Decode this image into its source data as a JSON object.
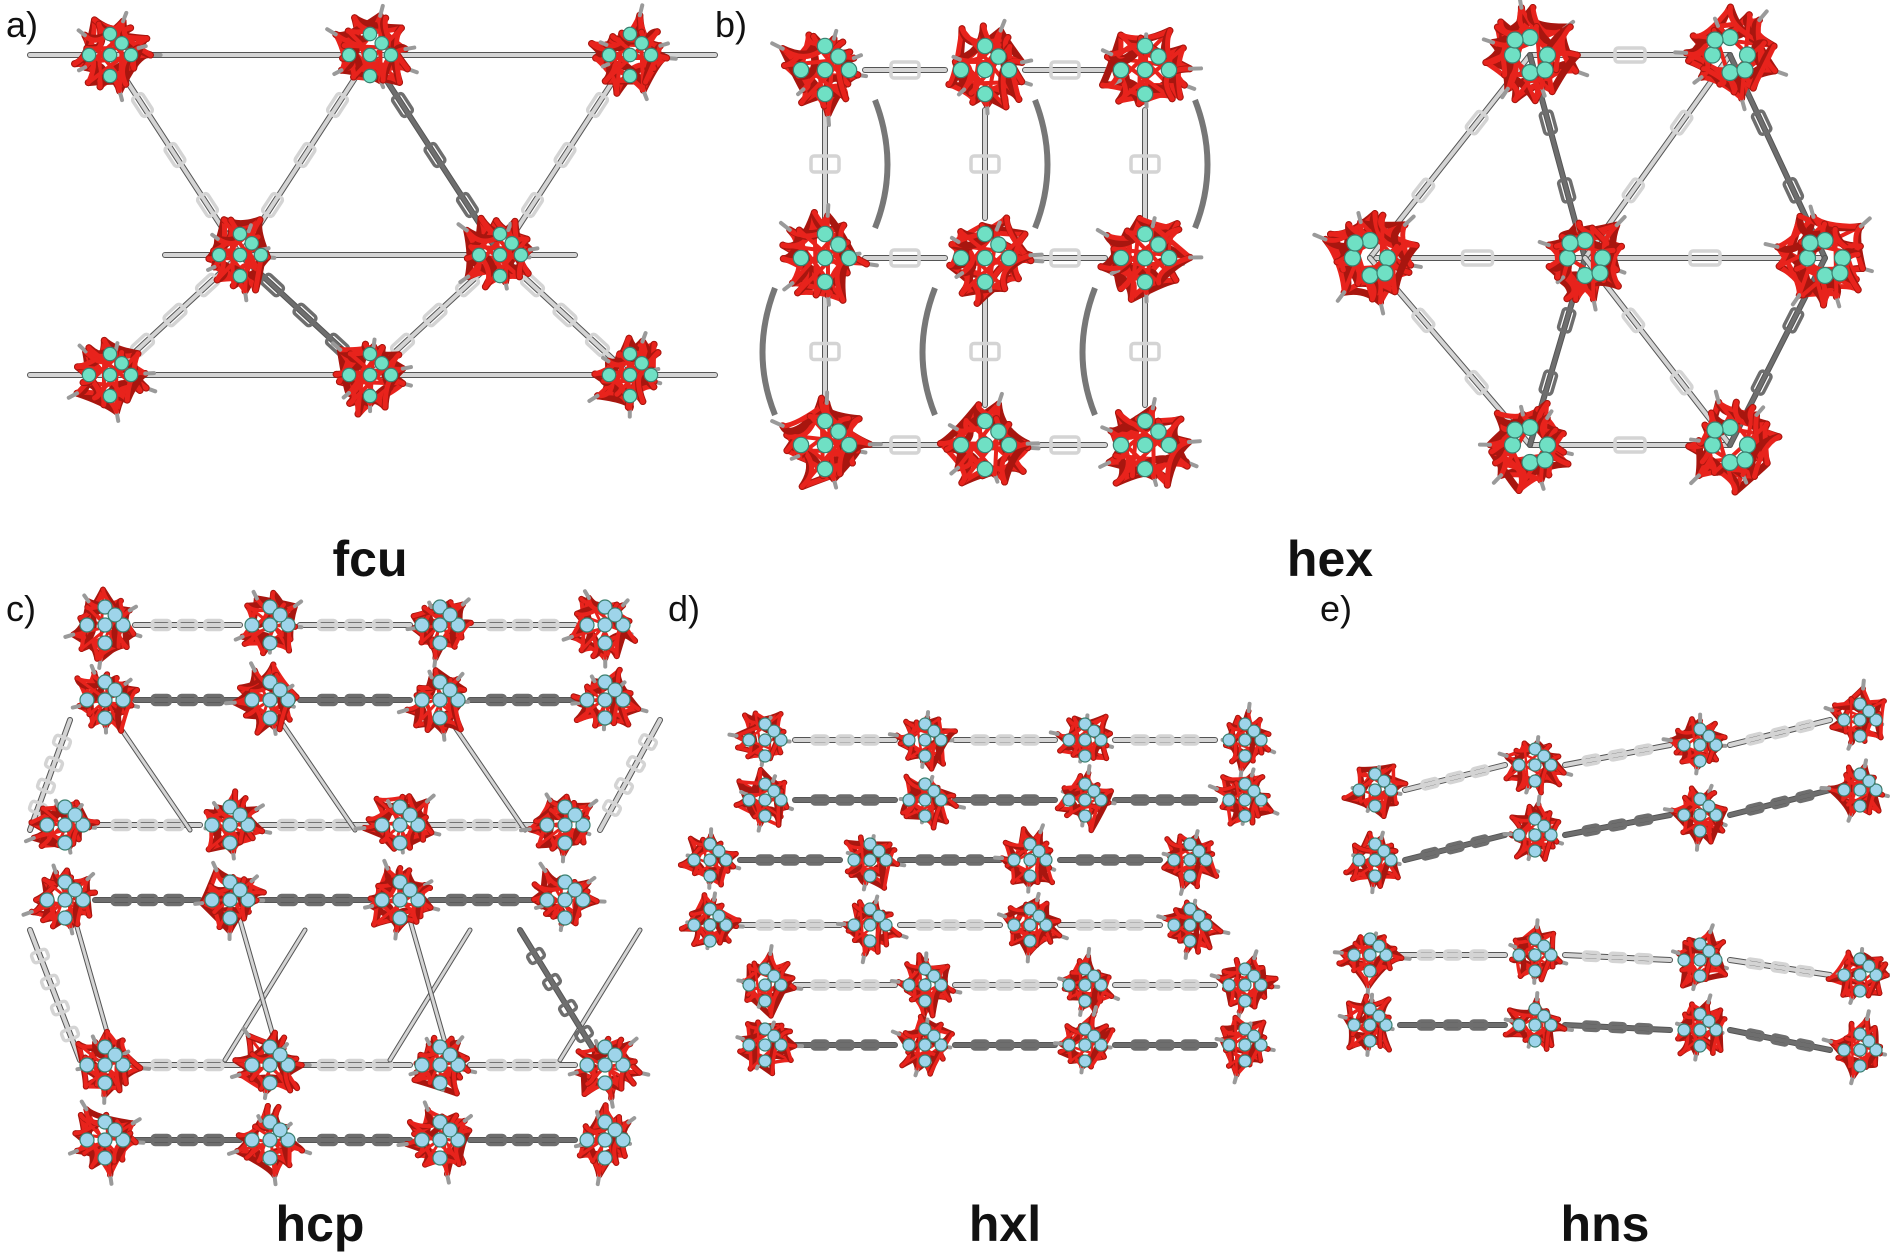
{
  "colors": {
    "oxygen": "#e8231c",
    "oxygen_dark": "#a8160f",
    "metal_large": "#6fe0c4",
    "metal_small": "#9ed4ea",
    "linker_light": "#d4d4d4",
    "linker_dark": "#6e6e6e"
  },
  "panels": [
    {
      "id": "a",
      "label": "a)",
      "topology": "fcu"
    },
    {
      "id": "b",
      "label": "b)",
      "topology": "hex"
    },
    {
      "id": "c",
      "label": "c)",
      "topology": "hcp"
    },
    {
      "id": "d",
      "label": "d)",
      "topology": "hxl"
    },
    {
      "id": "e",
      "label": "e)",
      "topology": "hns"
    }
  ]
}
